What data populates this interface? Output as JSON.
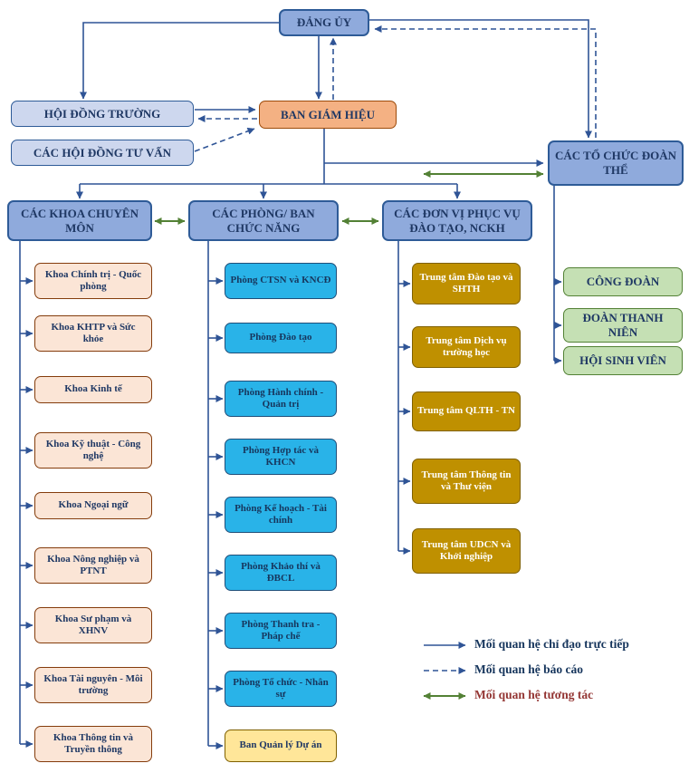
{
  "nodes": {
    "dang_uy": "ĐẢNG ỦY",
    "hoi_dong_truong": "HỘI ĐỒNG TRƯỜNG",
    "cac_hoi_dong_tu_van": "CÁC HỘI ĐỒNG TƯ VẤN",
    "ban_giam_hieu": "BAN GIÁM HIỆU",
    "cac_to_chuc_doan_the": "CÁC TỔ CHỨC ĐOÀN THỂ"
  },
  "columns": {
    "khoa": {
      "header": "CÁC KHOA CHUYÊN MÔN",
      "items": [
        "Khoa Chính trị - Quốc phòng",
        "Khoa KHTP và Sức khỏe",
        "Khoa Kinh tế",
        "Khoa Kỹ thuật - Công nghệ",
        "Khoa Ngoại ngữ",
        "Khoa Nông nghiệp và PTNT",
        "Khoa Sư phạm và XHNV",
        "Khoa Tài nguyên - Môi trường",
        "Khoa Thông tin và Truyền thông"
      ]
    },
    "phong": {
      "header": "CÁC PHÒNG/ BAN CHỨC NĂNG",
      "items": [
        "Phòng CTSN và KNCĐ",
        "Phòng Đào tạo",
        "Phòng Hành chính - Quản trị",
        "Phòng Hợp tác và KHCN",
        "Phòng Kế hoạch - Tài chính",
        "Phòng Khảo thí và ĐBCL",
        "Phòng Thanh tra - Pháp chế",
        "Phòng Tổ chức - Nhân sự",
        "Ban Quản lý Dự án"
      ]
    },
    "don_vi": {
      "header": "CÁC ĐƠN VỊ PHỤC VỤ ĐÀO TẠO, NCKH",
      "items": [
        "Trung tâm Đào tạo và SHTH",
        "Trung tâm Dịch vụ trường học",
        "Trung tâm QLTH - TN",
        "Trung tâm Thông tin và Thư viện",
        "Trung tâm UDCN và Khởi nghiệp"
      ]
    },
    "doan_the": {
      "items": [
        "CÔNG ĐOÀN",
        "ĐOÀN THANH NIÊN",
        "HỘI SINH VIÊN"
      ]
    }
  },
  "legend": {
    "direct": "Mối quan hệ chỉ đạo trực tiếp",
    "report": "Mối quan hệ báo cáo",
    "interact": "Mối quan hệ tương tác"
  },
  "colors": {
    "header_blue": "#8faadc",
    "lavender": "#cdd7ee",
    "orange": "#f4b183",
    "peach": "#fbe5d6",
    "cyan": "#29b3e8",
    "gold": "#bf9000",
    "green_box": "#c5e0b4",
    "yellow": "#ffe699",
    "line_blue": "#2f5496",
    "line_green": "#538135",
    "text_navy": "#1f3864"
  }
}
